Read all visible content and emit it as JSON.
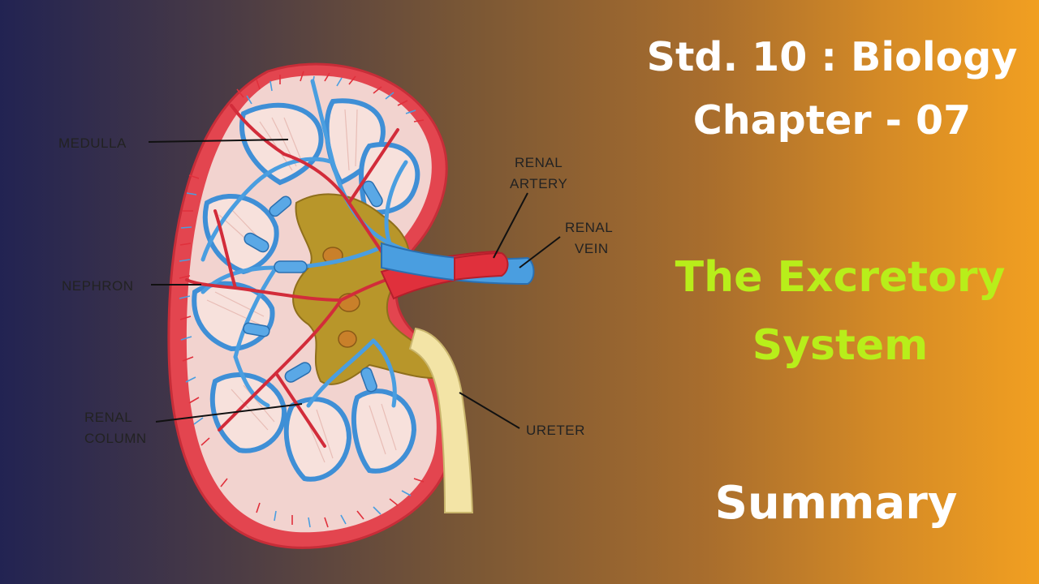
{
  "header": {
    "line1": "Std. 10 : Biology",
    "line2": "Chapter - 07"
  },
  "topic": {
    "line1": "The Excretory",
    "line2": "System"
  },
  "footer": {
    "label": "Summary"
  },
  "diagram": {
    "labels": {
      "medulla": "MEDULLA",
      "nephron": "NEPHRON",
      "renal_column_1": "RENAL",
      "renal_column_2": "COLUMN",
      "renal_artery_1": "RENAL",
      "renal_artery_2": "ARTERY",
      "renal_vein_1": "RENAL",
      "renal_vein_2": "VEIN",
      "ureter": "URETER"
    }
  },
  "colors": {
    "title_white": "#ffffff",
    "topic_green": "#b8ee1a",
    "artery_red": "#e0303c",
    "vein_blue": "#4a9ee0",
    "pelvis_gold": "#b8962a",
    "ureter_cream": "#f3e4a6",
    "medulla_pink": "#f5d9d4"
  }
}
